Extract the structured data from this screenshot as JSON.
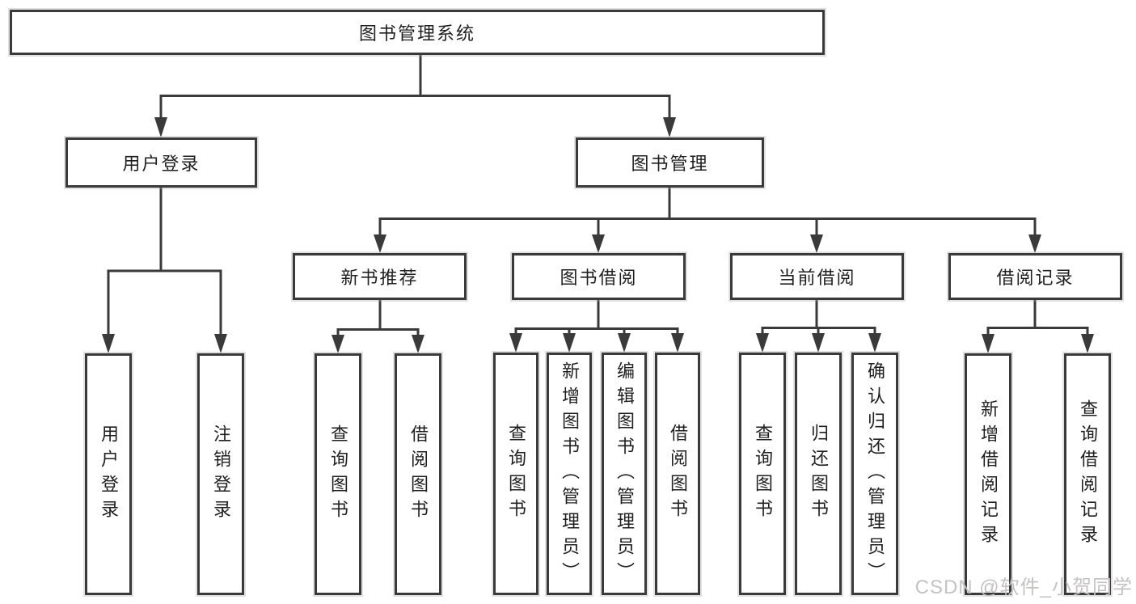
{
  "diagram": {
    "root": "图书管理系统",
    "level2": {
      "user_login": "用户登录",
      "book_management": "图书管理"
    },
    "level3": {
      "new_book_recommend": "新书推荐",
      "book_borrow": "图书借阅",
      "current_borrow": "当前借阅",
      "borrow_records": "借阅记录"
    },
    "leaves": {
      "user_login": "用户登录",
      "logout": "注销登录",
      "nb_query": "查询图书",
      "nb_borrow": "借阅图书",
      "bb_query": "查询图书",
      "bb_add": "新增图书（管理员）",
      "bb_edit": "编辑图书（管理员）",
      "bb_borrow": "借阅图书",
      "cb_query": "查询图书",
      "cb_return": "归还图书",
      "cb_confirm": "确认归还（管理员）",
      "br_add": "新增借阅记录",
      "br_query": "查询借阅记录"
    }
  },
  "watermark": "CSDN @软件_小贺同学",
  "colors": {
    "line": "#3a3a3a",
    "text": "#1f1f1f",
    "background": "#ffffff",
    "watermark": "#c5c2c2"
  }
}
